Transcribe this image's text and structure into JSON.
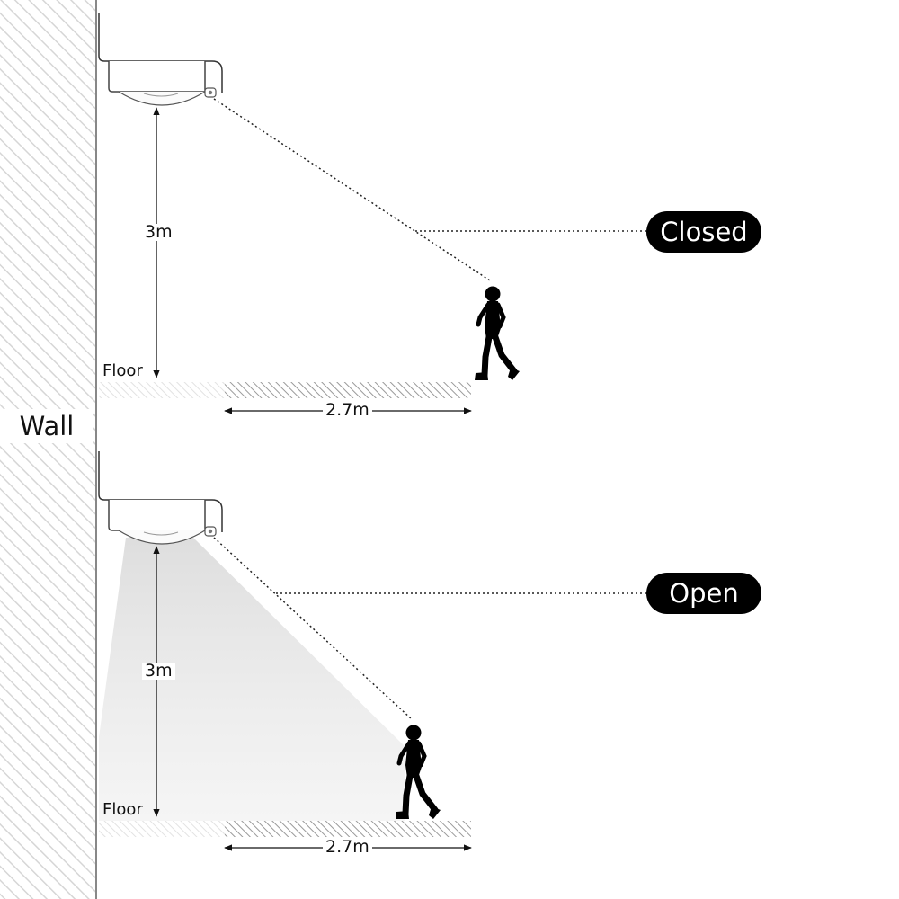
{
  "wall_label": "Wall",
  "panels": [
    {
      "state_label": "Closed",
      "state_color": "#000000",
      "light_on": false,
      "height_label": "3m",
      "floor_label": "Floor",
      "distance_label": "2.7m"
    },
    {
      "state_label": "Open",
      "state_color": "#000000",
      "light_on": true,
      "height_label": "3m",
      "floor_label": "Floor",
      "distance_label": "2.7m"
    }
  ],
  "icons": [
    "lamp-icon",
    "motion-sensor-icon",
    "walking-person-icon"
  ]
}
